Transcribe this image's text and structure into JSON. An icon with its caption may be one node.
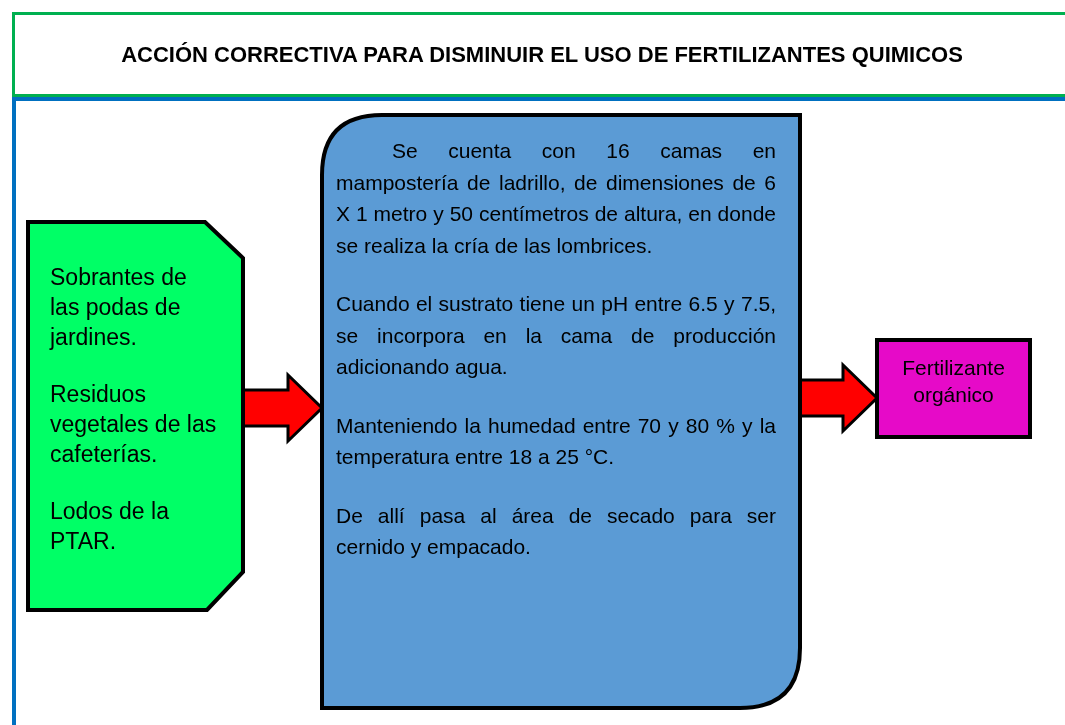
{
  "diagram": {
    "title": "ACCIÓN CORRECTIVA PARA DISMINUIR EL USO DE FERTILIZANTES QUIMICOS",
    "nodes": [
      {
        "text": [
          "Sobrantes de las podas de jardines.",
          "Residuos vegetales de las cafeterías.",
          "Lodos de la PTAR."
        ]
      },
      {
        "text": [
          "Se cuenta con 16 camas en mampostería de ladrillo, de dimensiones de 6 X 1 metro y 50 centímetros de altura, en donde se realiza la cría de las lombrices.",
          "Cuando el sustrato tiene un pH entre 6.5 y 7.5, se incorpora en la cama de producción adicionando agua.",
          "Manteniendo la humedad entre 70 y 80 % y la temperatura entre 18 a 25 °C.",
          "De allí pasa al área de secado para ser cernido y empacado."
        ]
      },
      {
        "text": [
          "Fertilizante orgánico"
        ]
      }
    ],
    "edges": [
      {
        "from": 0,
        "to": 1,
        "arrow": "to",
        "style": "thick",
        "color": "#ff0000"
      },
      {
        "from": 1,
        "to": 2,
        "arrow": "to",
        "style": "thick",
        "color": "#ff0000"
      }
    ]
  }
}
